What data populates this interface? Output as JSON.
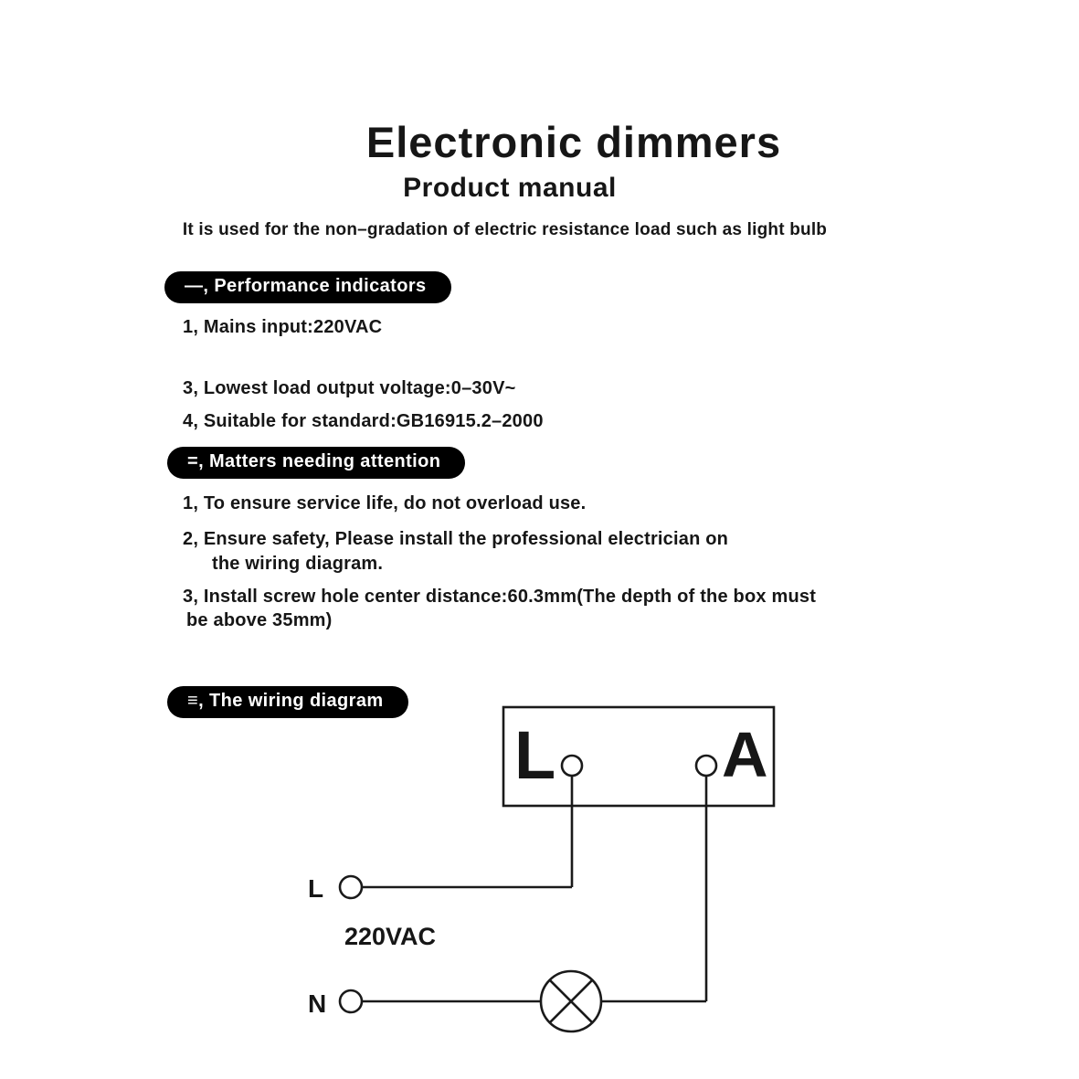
{
  "page": {
    "title": "Electronic dimmers",
    "subtitle": "Product manual",
    "intro": "It is used for the non–gradation of electric resistance load such as light bulb"
  },
  "sections": {
    "performance": {
      "heading": "—, Performance indicators",
      "item1": "1, Mains input:220VAC",
      "item3": "3, Lowest load output voltage:0–30V~",
      "item4": "4, Suitable for standard:GB16915.2–2000"
    },
    "attention": {
      "heading": "=, Matters needing attention",
      "item1": "1, To ensure service life, do not overload use.",
      "item2_line1": "2, Ensure safety, Please install the professional electrician on",
      "item2_line2": "the wiring diagram.",
      "item3_line1": "3, Install screw hole center distance:60.3mm(The depth of the box must",
      "item3_line2": "be above 35mm)"
    },
    "wiring": {
      "heading": "≡, The wiring diagram",
      "diagram": {
        "terminal_top_left": "L",
        "terminal_top_right": "A",
        "live_label": "L",
        "neutral_label": "N",
        "voltage_label": "220VAC"
      }
    }
  }
}
